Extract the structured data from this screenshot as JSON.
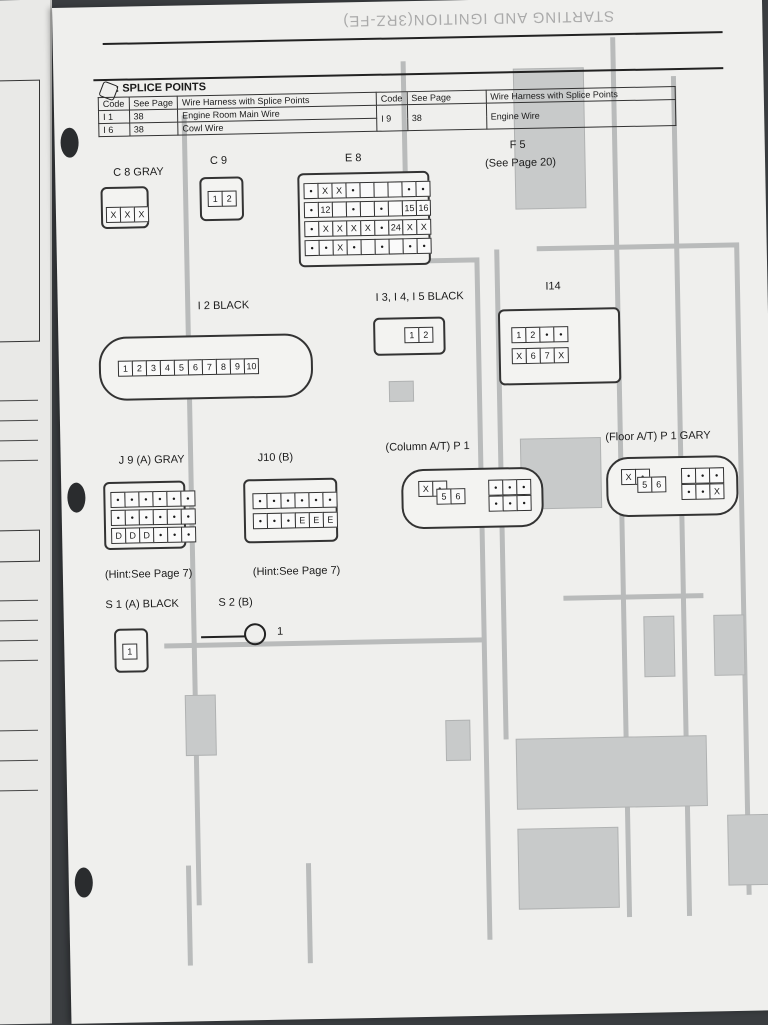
{
  "header": {
    "title": "STARTING AND IGNITION(3RZ-FE)"
  },
  "splice_points": {
    "title": ": SPLICE POINTS",
    "col_code": "Code",
    "col_see_page": "See Page",
    "col_wire_harness": "Wire Harness with Splice Points",
    "rows_left": [
      {
        "code": "I 1",
        "page": "38",
        "harness": "Engine Room Main Wire"
      },
      {
        "code": "I 6",
        "page": "38",
        "harness": "Cowl Wire"
      }
    ],
    "rows_right": [
      {
        "code": "I 9",
        "page": "38",
        "harness": "Engine Wire"
      }
    ]
  },
  "connectors": {
    "c8": "C 8 GRAY",
    "c9": "C 9",
    "e8": "E 8",
    "f5": "F 5",
    "f5_note": "(See Page 20)",
    "i2": "I 2 BLACK",
    "i3": "I 3, I 4, I 5 BLACK",
    "i14": "I14",
    "j9": "J 9 (A) GRAY",
    "j10": "J10 (B)",
    "p1_column": "(Column A/T) P 1",
    "p1_floor": "(Floor A/T) P 1 GARY",
    "hint_j9": "(Hint:See Page 7)",
    "hint_j10": "(Hint:See Page 7)",
    "s1": "S 1 (A) BLACK",
    "s2": "S 2 (B)",
    "s2_pin": "1"
  },
  "pins": {
    "c9": [
      "1",
      "2"
    ],
    "e8_row1": [
      "•",
      "X",
      "X",
      "•",
      "",
      "",
      "",
      "•",
      "•"
    ],
    "e8_row2": [
      "•",
      "12",
      "",
      "•",
      "",
      "•",
      "",
      "15",
      "16"
    ],
    "e8_row3": [
      "•",
      "X",
      "X",
      "X",
      "X",
      "•",
      "24",
      "X",
      "X"
    ],
    "e8_row4": [
      "•",
      "•",
      "X",
      "•",
      "",
      "•",
      "",
      "•",
      "•"
    ],
    "i2": [
      "1",
      "2",
      "3",
      "4",
      "5",
      "6",
      "7",
      "8",
      "9",
      "10"
    ],
    "i3": [
      "1",
      "2"
    ],
    "i14_row1": [
      "1",
      "2",
      "•",
      "•"
    ],
    "i14_row2": [
      "X",
      "6",
      "7",
      "X"
    ],
    "j9_row1": [
      "•",
      "•",
      "•",
      "•",
      "•",
      "•"
    ],
    "j9_row2": [
      "•",
      "•",
      "•",
      "•",
      "•",
      "•"
    ],
    "j9_row3": [
      "D",
      "D",
      "D",
      "•",
      "•",
      "•"
    ],
    "j10_row1": [
      "•",
      "•",
      "•",
      "•",
      "•",
      "•"
    ],
    "j10_row2": [
      "•",
      "•",
      "•",
      "E",
      "E",
      "E"
    ],
    "p1c_left": [
      "X",
      "•"
    ],
    "p1c_mid": [
      "5",
      "6"
    ],
    "p1c_right_row1": [
      "•",
      "•",
      "•"
    ],
    "p1c_right_row2": [
      "•",
      "•",
      "•"
    ],
    "p1f_left": [
      "X",
      "•"
    ],
    "p1f_mid": [
      "5",
      "6"
    ],
    "p1f_right_row1": [
      "•",
      "•",
      "•"
    ],
    "p1f_right_row2": [
      "•",
      "•",
      "X"
    ],
    "s1": [
      "1"
    ]
  }
}
